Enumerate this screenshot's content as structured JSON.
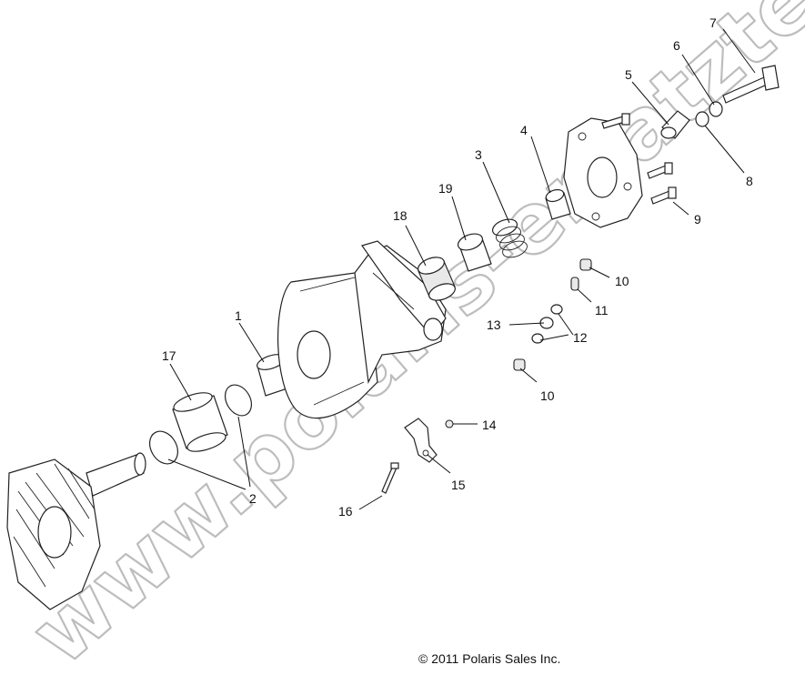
{
  "callouts": [
    "1",
    "2",
    "3",
    "4",
    "5",
    "6",
    "7",
    "8",
    "9",
    "10",
    "10",
    "11",
    "12",
    "13",
    "14",
    "15",
    "16",
    "17",
    "18",
    "19"
  ],
  "watermark": "www.polaris-ersatzteile.de",
  "copyright": "© 2011 Polaris Sales Inc."
}
